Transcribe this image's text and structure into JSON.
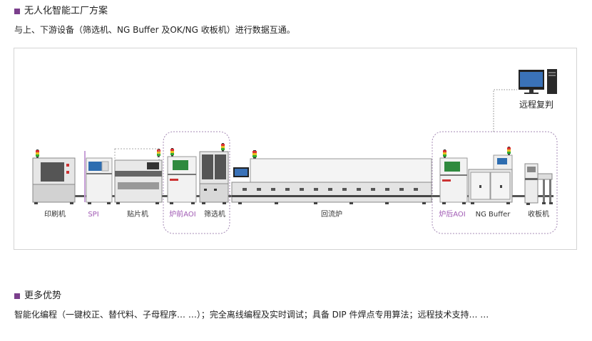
{
  "section1": {
    "title": "无人化智能工厂方案",
    "text": "与上、下游设备（筛选机、NG Buffer 及OK/NG 收板机）进行数据互通。"
  },
  "diagram": {
    "remote_label": "远程复判",
    "machines": [
      {
        "label": "印刷机",
        "highlight": false
      },
      {
        "label": "SPI",
        "highlight": true
      },
      {
        "label": "贴片机",
        "highlight": false
      },
      {
        "label": "炉前AOI",
        "highlight": true
      },
      {
        "label": "筛选机",
        "highlight": false
      },
      {
        "label": "回流炉",
        "highlight": false
      },
      {
        "label": "炉后AOI",
        "highlight": true
      },
      {
        "label": "NG Buffer",
        "highlight": false
      },
      {
        "label": "收板机",
        "highlight": false
      }
    ]
  },
  "section2": {
    "title": "更多优势",
    "text": "智能化编程（一键校正、替代料、子母程序… …）；完全离线编程及实时调试；具备 DIP 件焊点专用算法；远程技术支持… …"
  },
  "colors": {
    "accent": "#7b3f8c",
    "highlight_label": "#a05ab4"
  }
}
